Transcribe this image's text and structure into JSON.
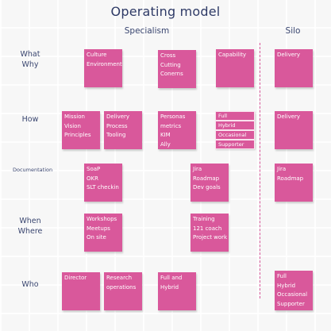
{
  "title": "Operating model",
  "columns": {
    "specialism": "Specialism",
    "silo": "Silo"
  },
  "rows": {
    "what": "What",
    "why": "Why",
    "how": "How",
    "documentation": "Documentation",
    "when": "When",
    "where": "Where",
    "who": "Who"
  },
  "notes": {
    "culture": [
      "Culture",
      "Environment"
    ],
    "cross": [
      "Cross",
      "Cutting",
      "Conerns"
    ],
    "capability": [
      "Capability"
    ],
    "delivery_silo_what": [
      "Delivery"
    ],
    "mission": [
      "Mission",
      "Vision",
      "Principles"
    ],
    "delivery_process": [
      "Delivery",
      "Process",
      "Tooling"
    ],
    "personas": [
      "Personas",
      "metrics",
      "KIM",
      "Ally"
    ],
    "capability_tags": [
      "Full",
      "Hybrid",
      "Occasional",
      "Supporter"
    ],
    "delivery_silo_how": [
      "Delivery"
    ],
    "soap": [
      "SoaP",
      "OKR",
      "SLT checkin"
    ],
    "jira_spec": [
      "Jira",
      "Roadmap",
      "Dev goals"
    ],
    "jira_silo": [
      "Jira",
      "Roadmap"
    ],
    "workshops": [
      "Workshops",
      "Meetups",
      "On site"
    ],
    "training": [
      "Training",
      "121 coach",
      "Project work"
    ],
    "director": [
      "Director"
    ],
    "research": [
      "Research",
      "operations"
    ],
    "full_hybrid": [
      "Full and",
      "Hybrid"
    ],
    "silo_who": [
      "Full",
      "Hybrid",
      "Occasional",
      "Supporter"
    ]
  }
}
